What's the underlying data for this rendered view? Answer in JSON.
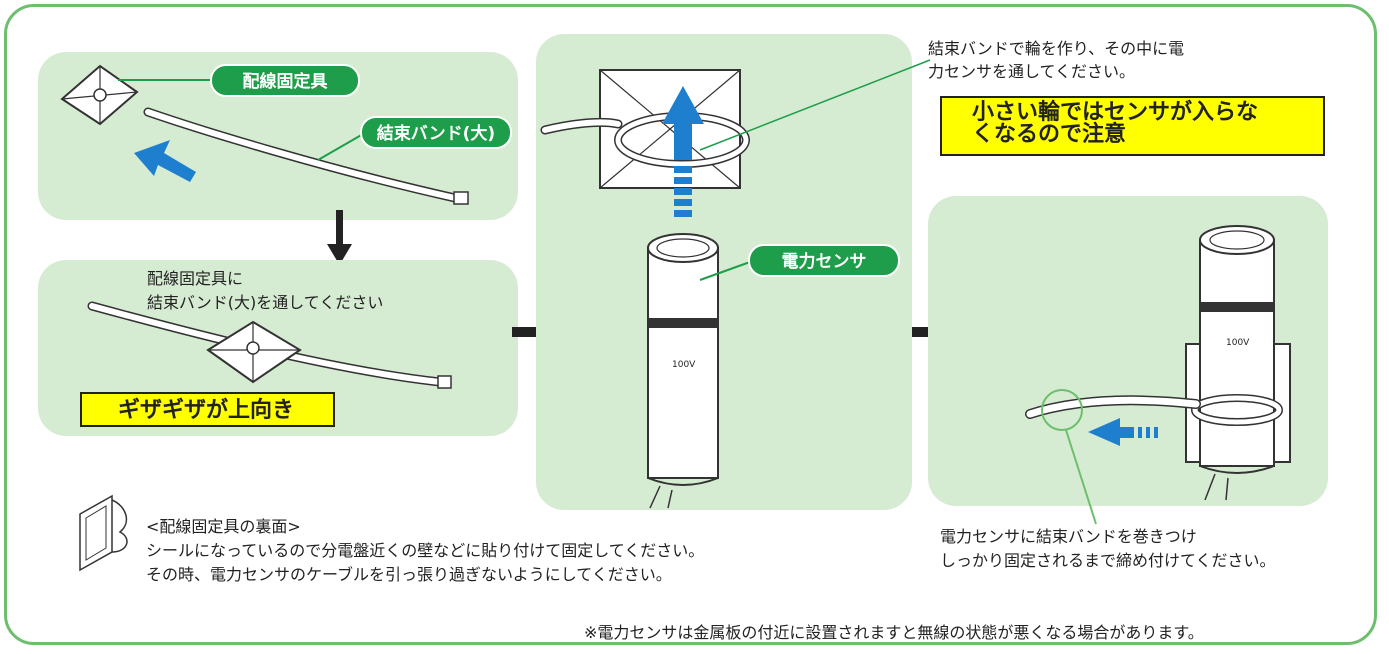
{
  "labels": {
    "wiring_fixture": "配線固定具",
    "cable_tie_large": "結束バンド(大)",
    "power_sensor": "電力センサ",
    "sensor_rating": "100V"
  },
  "step2": {
    "line1": "配線固定具に",
    "line2": "結束バンド(大)を通してください",
    "warning": "ギザギザが上向き"
  },
  "step3": {
    "line1": "結束バンドで輪を作り、その中に電",
    "line2": "力センサを通してください。",
    "warning_line1": "小さい輪ではセンサが入らな",
    "warning_line2": "くなるので注意"
  },
  "step4": {
    "line1": "電力センサに結束バンドを巻きつけ",
    "line2": "しっかり固定されるまで締め付けてください。"
  },
  "back_side": {
    "title": "<配線固定具の裏面>",
    "line1": "シールになっているので分電盤近くの壁などに貼り付けて固定してください。",
    "line2": "その時、電力センサのケーブルを引っ張り過ぎないようにしてください。"
  },
  "footnote": "※電力センサは金属板の付近に設置されますと無線の状態が悪くなる場合があります。",
  "colors": {
    "panel": "#d6ecd2",
    "frame": "#6dbf6d",
    "pill": "#1e9d4a",
    "arrow_blue": "#1f7fcf",
    "highlight": "#ffff00"
  }
}
